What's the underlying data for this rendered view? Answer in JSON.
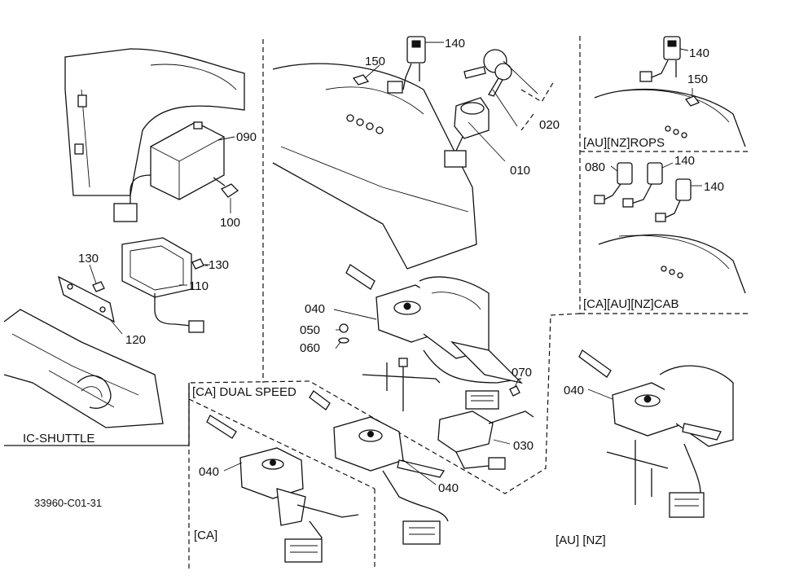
{
  "sections": {
    "ic_shuttle": "IC-SHUTTLE",
    "ca_dual_speed": "[CA] DUAL  SPEED",
    "ca": "[CA]",
    "au_nz": "[AU] [NZ]",
    "au_nz_rops": "[AU][NZ]ROPS",
    "ca_au_nz_cab": "[CA][AU][NZ]CAB"
  },
  "drawing_number": "33960-C01-31",
  "part_labels": {
    "p140_top": "140",
    "p150_top": "150",
    "p020": "020",
    "p010": "010",
    "p090": "090",
    "p100": "100",
    "p130_left": "130",
    "p130_right": "-130",
    "p110": "110",
    "p120": "120",
    "p040_main": "040",
    "p050": "050",
    "p060": "060",
    "p070": "070",
    "p030": "030",
    "p040_ca": "040",
    "p040_dual": "040",
    "p040_aunz": "040",
    "p140_rops": "140",
    "p150_rops": "150",
    "p080": "080",
    "p140_cab_a": "140",
    "p140_cab_b": "140"
  }
}
